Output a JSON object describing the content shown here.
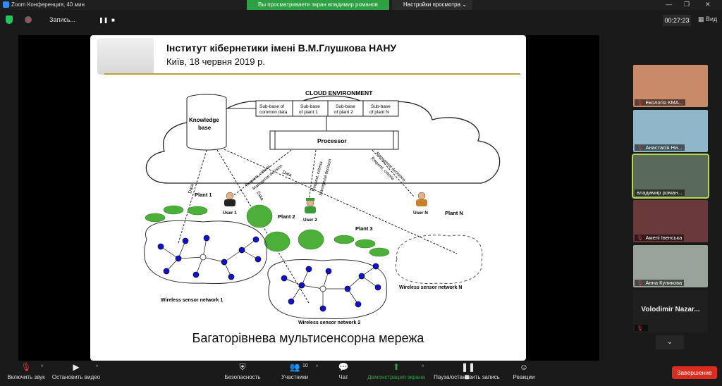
{
  "window": {
    "title": "Zoom Конференция, 40 мин",
    "share_banner": "Вы просматриваете экран владимир романов",
    "view_settings": "Настройки просмотра"
  },
  "topbar": {
    "recording_label": "Запись...",
    "timer": "00:27:23",
    "view_label": "Вид"
  },
  "slide": {
    "org": "Інститут кібернетики імені В.М.Глушкова НАНУ",
    "date": "Київ, 18 червня 2019 р.",
    "bottom_title": "Багаторівнева мультисенсорна мережа",
    "diagram": {
      "cloud_label": "CLOUD ENVIRONMENT",
      "knowledge_base": [
        "Knowledge",
        "base"
      ],
      "processor": "Processor",
      "subbases": [
        [
          "Sub-base of",
          "common data"
        ],
        [
          "Sub-base",
          "of plant 1"
        ],
        [
          "Sub-base",
          "of plant 2"
        ],
        [
          "Sub-base",
          "of plant N"
        ]
      ],
      "users": [
        "User 1",
        "User 2",
        "User N"
      ],
      "plants": [
        "Plant 1",
        "Plant 2",
        "Plant 3",
        "Plant N"
      ],
      "networks": [
        "Wireless sensor network 1",
        "Wireless sensor network 2",
        "Wireless sensor network N"
      ],
      "arrow_labels": {
        "data": "Data",
        "request": "Request, criteria",
        "decision": "Managerial decision",
        "decisions": "Managerial decisions"
      }
    }
  },
  "participants": [
    {
      "name": "Екологія КМА...",
      "muted": true,
      "active": false,
      "bg": "#c98a6a"
    },
    {
      "name": "Анастасія Ни...",
      "muted": true,
      "active": false,
      "bg": "#8fb7c9"
    },
    {
      "name": "владимир роман...",
      "muted": false,
      "active": true,
      "bg": "#5a6a5a"
    },
    {
      "name": "Амелі Івенська",
      "muted": true,
      "active": false,
      "bg": "#6a3a3a"
    },
    {
      "name": "Анна Куликова",
      "muted": true,
      "active": false,
      "bg": "#9aa39a"
    },
    {
      "name": "Volodimir Nazar...",
      "muted": true,
      "active": false,
      "bg": "#1f1f1f"
    }
  ],
  "toolbar": {
    "audio": "Включить звук",
    "video": "Остановить видео",
    "security": "Безопасность",
    "participants": "Участники",
    "participants_count": "10",
    "chat": "Чат",
    "share": "Демонстрация экрана",
    "record": "Пауза/остановить запись",
    "reactions": "Реакции",
    "end": "Завершение"
  },
  "colors": {
    "accent_green": "#2ea043",
    "end_red": "#d92d20",
    "sensor_blue": "#1010d0"
  }
}
